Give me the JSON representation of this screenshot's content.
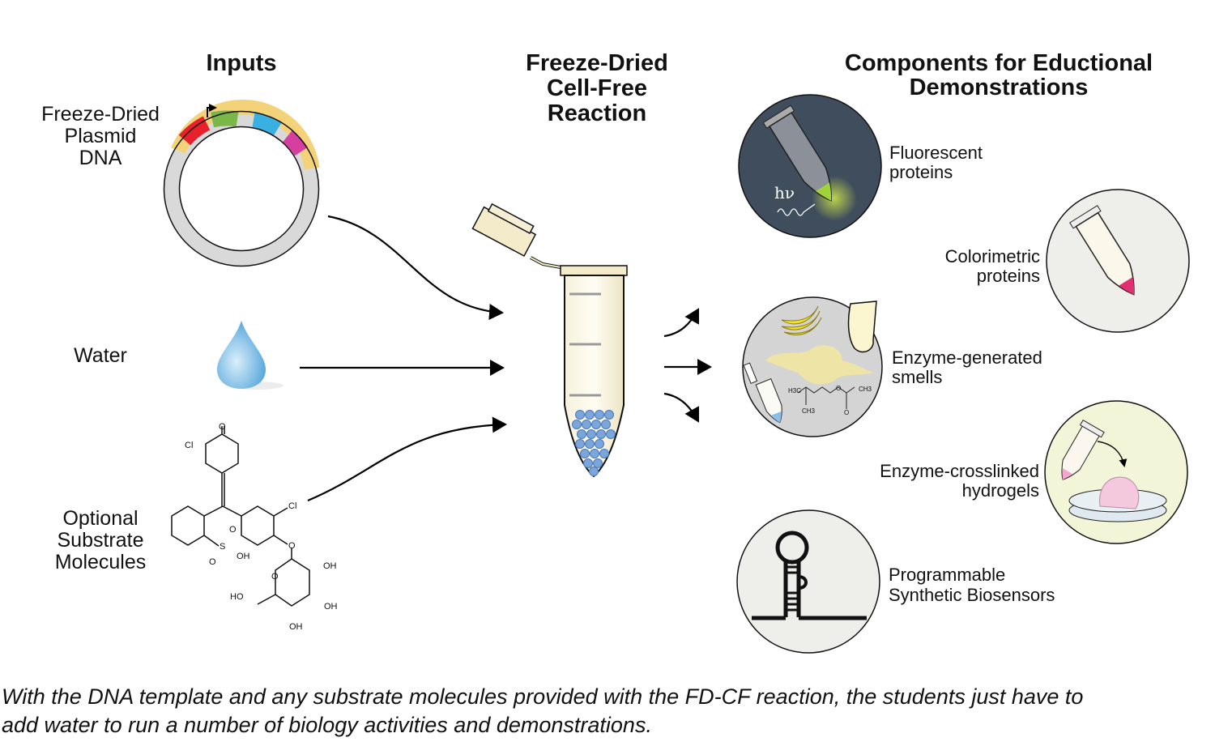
{
  "headings": {
    "inputs": "Inputs",
    "reaction": [
      "Freeze-Dried",
      "Cell-Free",
      "Reaction"
    ],
    "components": [
      "Components for Eductional",
      "Demonstrations"
    ]
  },
  "inputs": {
    "plasmid": [
      "Freeze-Dried",
      "Plasmid",
      "DNA"
    ],
    "water": "Water",
    "substrate": [
      "Optional",
      "Substrate",
      "Molecules"
    ]
  },
  "components": {
    "fluorescent": [
      "Fluorescent",
      "proteins"
    ],
    "fluorescent_symbol": "hν",
    "colorimetric": [
      "Colorimetric",
      "proteins"
    ],
    "smells": [
      "Enzyme-generated",
      "smells"
    ],
    "hydrogels": [
      "Enzyme-crosslinked",
      "hydrogels"
    ],
    "biosensors": [
      "Programmable",
      "Synthetic Biosensors"
    ]
  },
  "chemistry": {
    "substrate_labels": [
      "O",
      "Cl",
      "Cl",
      "O",
      "O",
      "S",
      "OH",
      "O",
      "O",
      "OH",
      "HO",
      "OH",
      "OH"
    ],
    "ester_labels": [
      "H3C",
      "CH3",
      "O",
      "CH3",
      "O"
    ]
  },
  "colors": {
    "plasmid_backbone": "#d9d9d9",
    "plasmid_spacer": "#f3d27a",
    "gene_red": "#e8202a",
    "gene_green": "#7ab648",
    "gene_blue": "#3ab0e2",
    "gene_magenta": "#d63fa0",
    "fluorescent_bg": "#3f4d5d",
    "smells_bg": "#d4d4d4",
    "hydrogel_bg": "#f3f5d8",
    "neutral_bg": "#eeefea"
  },
  "caption": [
    "With the DNA template and any substrate molecules provided with the FD-CF reaction, the students just have to",
    "add water to run a number of biology activities and demonstrations."
  ]
}
